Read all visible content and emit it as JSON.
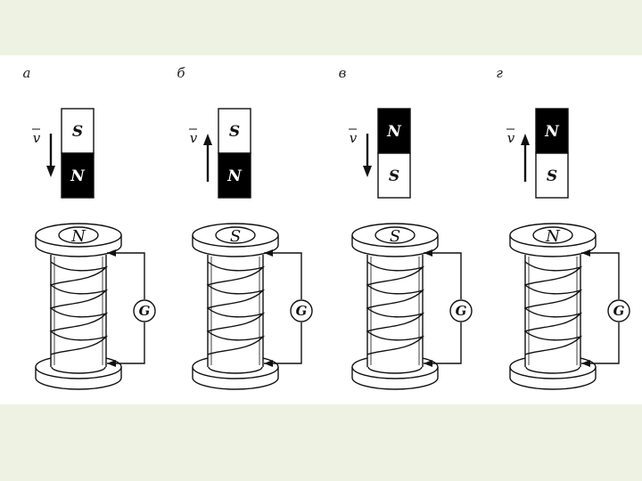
{
  "panels": [
    {
      "label": "а",
      "velocity_label": "v",
      "direction": "down",
      "magnet_top": "S",
      "magnet_bottom": "N",
      "magnet_top_color": "#ffffff",
      "magnet_bottom_color": "#000000",
      "coil_pole": "N",
      "galvanometer": "G"
    },
    {
      "label": "б",
      "velocity_label": "v",
      "direction": "up",
      "magnet_top": "S",
      "magnet_bottom": "N",
      "magnet_top_color": "#ffffff",
      "magnet_bottom_color": "#000000",
      "coil_pole": "S",
      "galvanometer": "G"
    },
    {
      "label": "в",
      "velocity_label": "v",
      "direction": "down",
      "magnet_top": "N",
      "magnet_bottom": "S",
      "magnet_top_color": "#000000",
      "magnet_bottom_color": "#ffffff",
      "coil_pole": "S",
      "galvanometer": "G"
    },
    {
      "label": "г",
      "velocity_label": "v",
      "direction": "up",
      "magnet_top": "N",
      "magnet_bottom": "S",
      "magnet_top_color": "#000000",
      "magnet_bottom_color": "#ffffff",
      "coil_pole": "N",
      "galvanometer": "G"
    }
  ],
  "colors": {
    "background": "#eef2e2",
    "slide": "#ffffff",
    "ink": "#111111"
  }
}
